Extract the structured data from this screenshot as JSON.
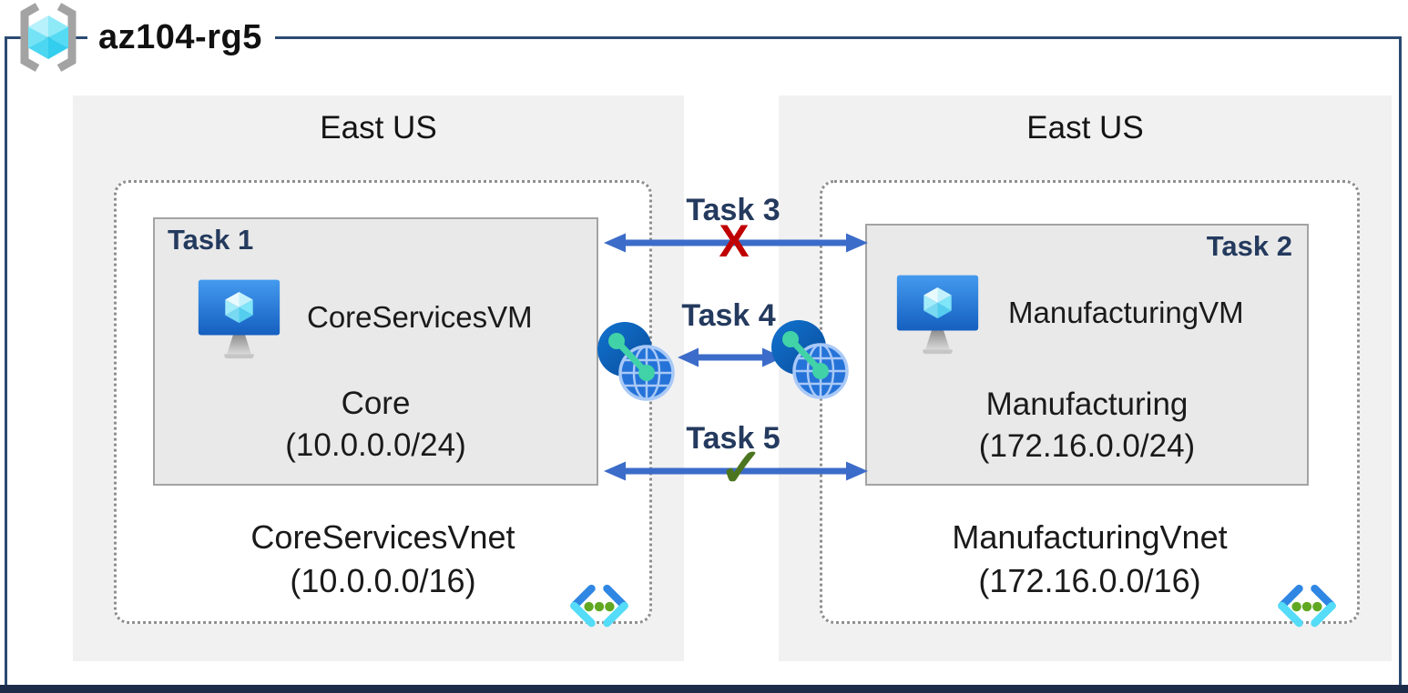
{
  "header": {
    "title": "az104-rg5"
  },
  "regions": [
    {
      "name": "East US",
      "vnet": {
        "name": "CoreServicesVnet",
        "cidr": "(10.0.0.0/16)",
        "task_label": "Task 1",
        "vm_name": "CoreServicesVM",
        "subnet_name": "Core",
        "subnet_cidr": "(10.0.0.0/24)"
      }
    },
    {
      "name": "East US",
      "vnet": {
        "name": "ManufacturingVnet",
        "cidr": "(172.16.0.0/16)",
        "task_label": "Task 2",
        "vm_name": "ManufacturingVM",
        "subnet_name": "Manufacturing",
        "subnet_cidr": "(172.16.0.0/24)"
      }
    }
  ],
  "connections": {
    "task3": {
      "label": "Task 3",
      "marker": "X"
    },
    "task4": {
      "label": "Task 4"
    },
    "task5": {
      "label": "Task 5",
      "marker": "✓"
    }
  },
  "colors": {
    "arrow_blue": "#3c6cc9",
    "blocked_red": "#c00000",
    "allowed_green": "#4c7520",
    "task_navy": "#243a5e",
    "border_navy": "#2b4a72",
    "bottom_bar_navy": "#1d2c49",
    "region_gray": "#f1f1f1",
    "subnet_gray": "#e9e9e9"
  }
}
